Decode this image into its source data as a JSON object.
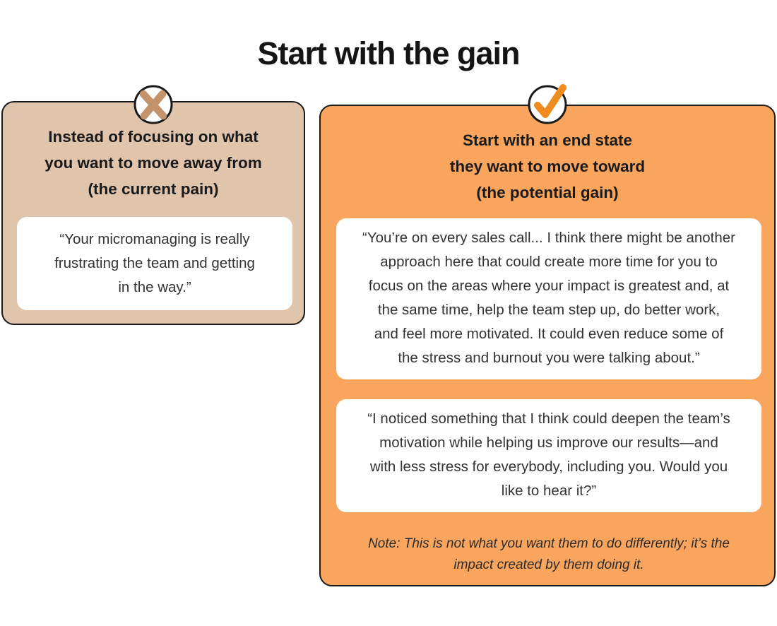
{
  "title": "Start with the gain",
  "colors": {
    "left_card_bg": "#e0c4ab",
    "right_card_bg": "#f9a55e",
    "x_mark": "#c3946b",
    "check_mark": "#f08c1e",
    "card_border": "#1a1a1a",
    "quote_box_bg": "#ffffff",
    "heading_text": "#1a1a1a",
    "quote_text": "#333333"
  },
  "left_card": {
    "heading_lines": {
      "0": "Instead of focusing on what",
      "1": "you want to move away from",
      "2": "(the current pain)"
    },
    "quote_lines": {
      "0": "“Your micromanaging is really",
      "1": "frustrating the team and getting",
      "2": "in the way.”"
    }
  },
  "right_card": {
    "heading_lines": {
      "0": "Start with an end state",
      "1": "they want to move toward",
      "2": "(the potential gain)"
    },
    "quote1_lines": {
      "0": "“You’re on every sales call... I think there might be another",
      "1": "approach here that could create more time for you to",
      "2": "focus on the areas where your impact is greatest and, at",
      "3": "the same time, help the team step up, do better work,",
      "4": "and feel more motivated. It could even reduce some of",
      "5": "the stress and burnout you were talking about.”"
    },
    "quote2_lines": {
      "0": "“I noticed something that I think could deepen the team’s",
      "1": "motivation while helping us improve our results—and",
      "2": "with less stress for everybody, including you. Would you",
      "3": "like to hear it?”"
    },
    "note_lines": {
      "0": "Note: This is not what you want them to do differently; it’s the",
      "1": "impact created by them doing it."
    }
  }
}
